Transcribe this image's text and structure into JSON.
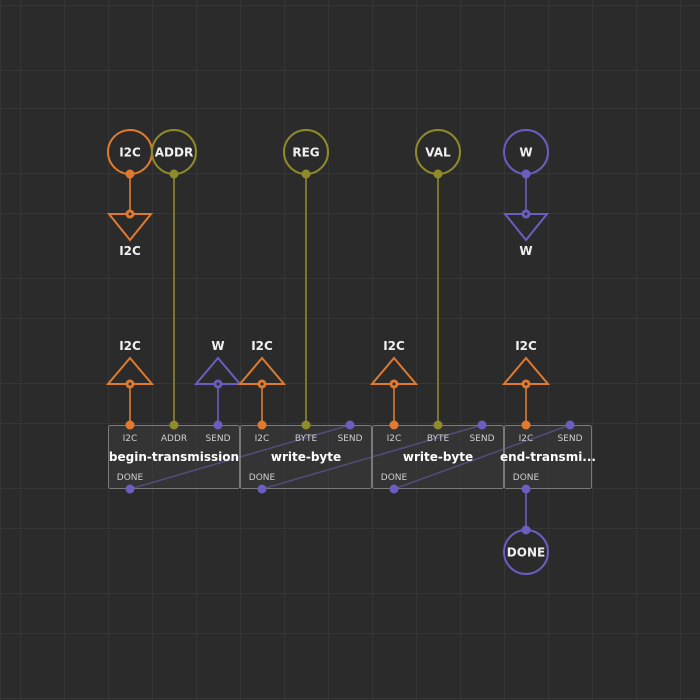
{
  "colors": {
    "background": "#2b2b2b",
    "grid": "#363636",
    "i2c": "#e07a2f",
    "byte": "#8f8a2a",
    "pulse": "#6a5fc1",
    "node_fill": "#333333",
    "node_border": "#7a7a7a"
  },
  "inputs": {
    "i2c": "I2C",
    "addr": "ADDR",
    "reg": "REG",
    "val": "VAL",
    "w": "W"
  },
  "outputs": {
    "i2c": "I2C",
    "w": "W",
    "done": "DONE"
  },
  "links": {
    "i2c_1": "I2C",
    "w": "W",
    "i2c_2": "I2C",
    "i2c_3": "I2C",
    "i2c_4": "I2C"
  },
  "nodes": [
    {
      "title": "begin-transmission",
      "pins_in": [
        "I2C",
        "ADDR",
        "SEND"
      ],
      "pins_out": [
        "DONE"
      ]
    },
    {
      "title": "write-byte",
      "pins_in": [
        "I2C",
        "BYTE",
        "SEND"
      ],
      "pins_out": [
        "DONE"
      ]
    },
    {
      "title": "write-byte",
      "pins_in": [
        "I2C",
        "BYTE",
        "SEND"
      ],
      "pins_out": [
        "DONE"
      ]
    },
    {
      "title": "end-transmi...",
      "pins_in": [
        "I2C",
        "SEND"
      ],
      "pins_out": [
        "DONE"
      ]
    }
  ]
}
